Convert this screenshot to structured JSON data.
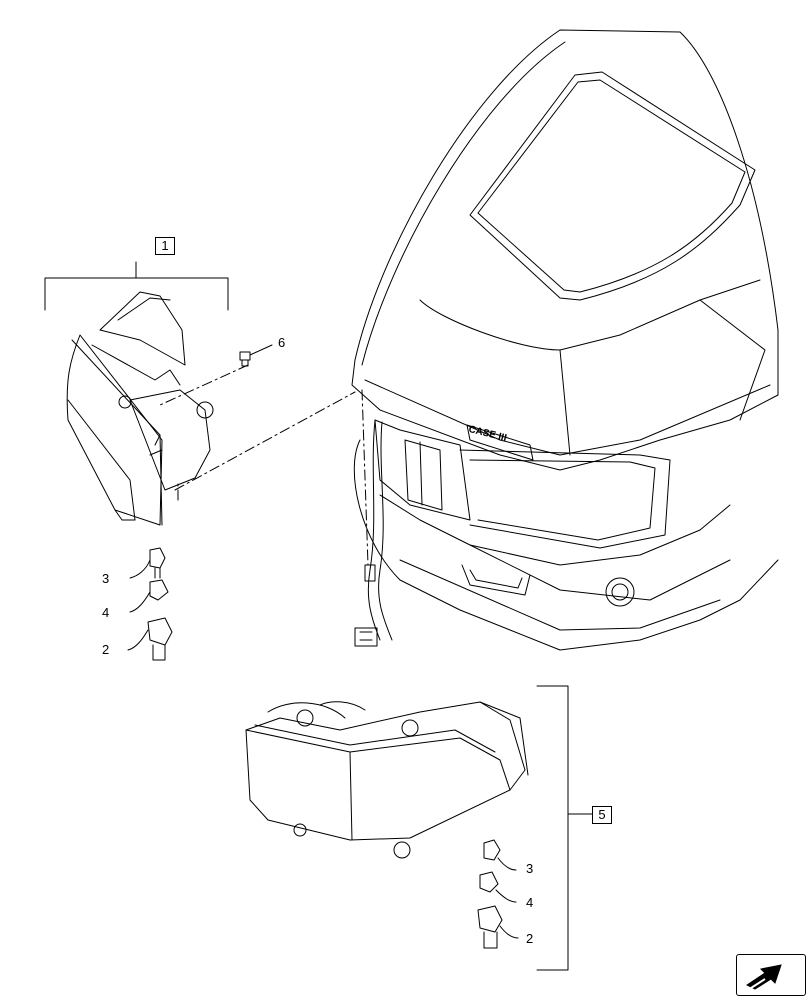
{
  "diagram": {
    "group_labels": {
      "tractor_light_group": "1",
      "rear_light_group": "5"
    },
    "callouts": {
      "upper_bolt": "6",
      "upper_bulb_holder": "3",
      "upper_bulb": "4",
      "upper_socket": "2",
      "lower_bulb_holder": "3",
      "lower_bulb": "4",
      "lower_socket": "2"
    },
    "logo_text": "CASE III"
  },
  "nav_icon": "next-page-arrow-icon"
}
